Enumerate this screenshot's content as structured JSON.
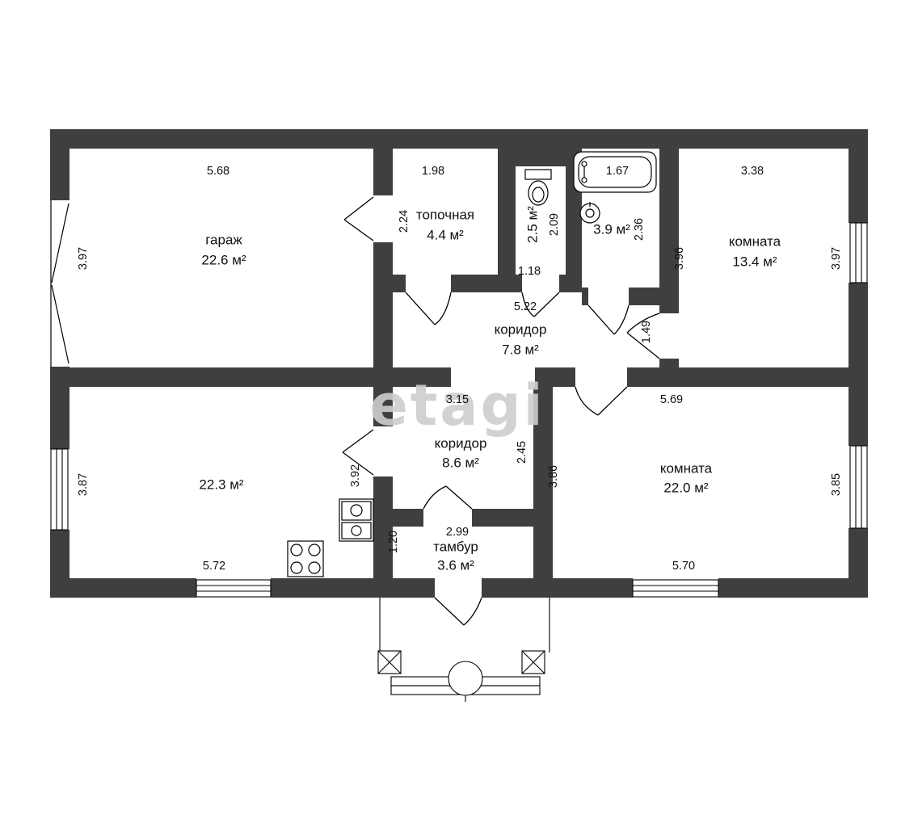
{
  "watermark": "etagi",
  "rooms": {
    "garage": {
      "name": "гараж",
      "area": "22.6 м²"
    },
    "boiler": {
      "name": "топочная",
      "area": "4.4 м²"
    },
    "wc": {
      "area": "2.5 м²"
    },
    "bath": {
      "area": "3.9 м²"
    },
    "room_top": {
      "name": "комната",
      "area": "13.4 м²"
    },
    "corridor_top": {
      "name": "коридор",
      "area": "7.8 м²"
    },
    "corridor_bottom": {
      "name": "коридор",
      "area": "8.6 м²"
    },
    "living": {
      "area": "22.3 м²"
    },
    "room_bottom": {
      "name": "комната",
      "area": "22.0 м²"
    },
    "tambour": {
      "name": "тамбур",
      "area": "3.6 м²"
    }
  },
  "dimensions": {
    "garage_width": "5.68",
    "boiler_width": "1.98",
    "bath_tub": "1.67",
    "room_top_width": "3.38",
    "garage_height": "3.97",
    "boiler_height": "2.24",
    "wc_height": "2.09",
    "bath_height": "2.36",
    "room_top_height_inner": "3.96",
    "room_top_height": "3.97",
    "wc_width": "1.18",
    "corridor_top_width": "5.22",
    "corridor_top_right": "1.49",
    "corridor_bottom_width": "3.15",
    "room_bottom_width": "5.69",
    "corridor_bottom_height": "2.45",
    "room_bottom_left_height": "3.86",
    "living_height": "3.87",
    "living_right_height": "3.92",
    "room_bottom_height": "3.85",
    "living_width": "5.72",
    "tambour_height": "1.20",
    "tambour_width": "2.99",
    "room_bottom_bottom_width": "5.70"
  },
  "colors": {
    "wall": "#3f3f3f",
    "line": "#000000",
    "watermark": "#cdcdcd"
  }
}
